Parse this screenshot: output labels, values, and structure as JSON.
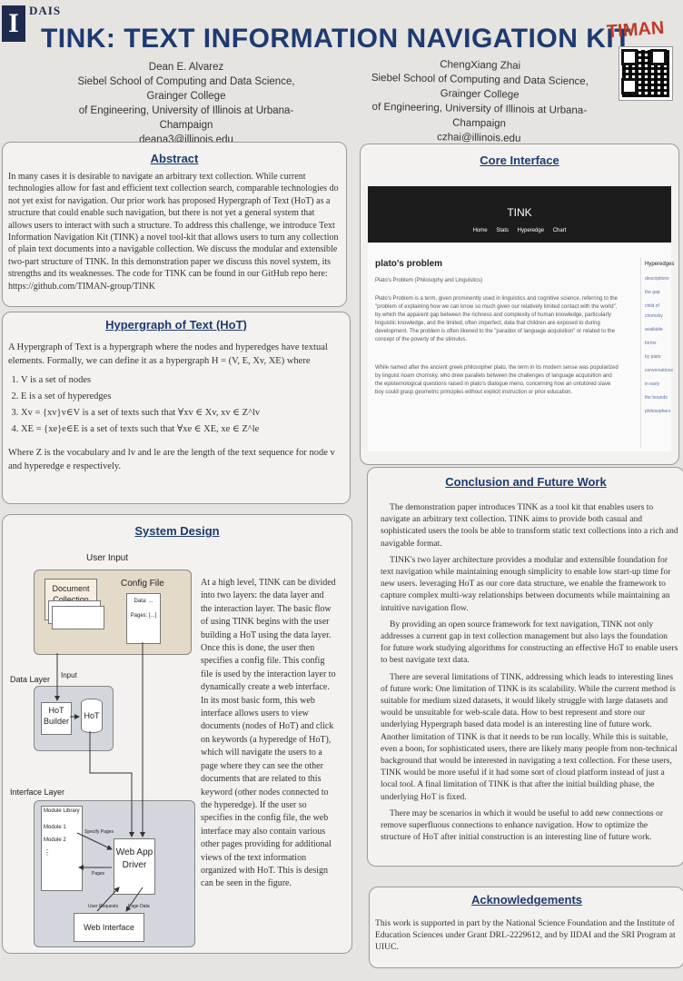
{
  "header": {
    "logo_letter": "I",
    "dais": "DAIS",
    "title": "TINK: TEXT INFORMATION NAVIGATION KIT",
    "lab": "TIMAN",
    "authors": [
      {
        "name": "Dean E. Alvarez",
        "affil1": "Siebel School of Computing and Data Science, Grainger College",
        "affil2": "of Engineering, University of Illinois at Urbana-Champaign",
        "email": "deana3@illinois.edu"
      },
      {
        "name": "ChengXiang Zhai",
        "affil1": "Siebel School of Computing and Data Science, Grainger College",
        "affil2": "of Engineering, University of Illinois at Urbana-Champaign",
        "email": "czhai@illinois.edu"
      }
    ]
  },
  "abstract": {
    "heading": "Abstract",
    "text": "In many cases it is desirable to navigate an arbitrary text collection. While current technologies allow for fast and efficient text collection search, comparable technologies do not yet exist for navigation. Our prior work has proposed Hypergraph of Text (HoT) as a structure that could enable such navigation, but there is not yet a general system that allows users to interact with such a structure. To address this challenge, we introduce Text Information Navigation Kit (TINK) a novel tool-kit that allows users to turn any collection of plain text documents into a navigable collection. We discuss the modular and extensible two-part structure of TINK. In this demonstration paper we discuss this novel system, its strengths and its weaknesses. The code for TINK can be found in our GitHub repo here: https://github.com/TIMAN-group/TINK"
  },
  "hot": {
    "heading": "Hypergraph of Text (HoT)",
    "intro": "A Hypergraph of Text is a hypergraph where the nodes and hyperedges have textual elements. Formally, we can define it as a hypergraph H = (V, E, Xv, XE) where",
    "items": [
      "V is a set of nodes",
      "E is a set of hyperedges",
      "Xv = {xv}v∈V is a set of texts such that ∀xv ∈ Xv, xv ∈ Z^lv",
      "XE = {xe}e∈E is a set of texts such that ∀xe ∈ XE, xe ∈ Z^le"
    ],
    "outro": "Where Z is the vocabulary and lv and le are the length of the text sequence for node v and hyperedge e respectively."
  },
  "system": {
    "heading": "System Design",
    "text": "At a high level, TINK can be divided into two layers: the data layer and the interaction layer. The basic flow of using TINK begins with the user building a HoT using the data layer. Once this is done, the user then specifies a config file. This config file is used by the interaction layer to dynamically create a web interface. In its most basic form, this web interface allows users to view documents (nodes of HoT) and click on keywords (a hyperedge of HoT), which will navigate the users to a page where they can see the other documents that are related to this keyword (other nodes connected to the hyperedge). If the user so specifies in the config file, the web interface may also contain various other pages providing for additional views of the text information organized with HoT. This is design can be seen in the figure.",
    "diagram": {
      "user_input": "User Input",
      "doc_collection": "Document Collection",
      "config_file": "Config File",
      "config_lines": [
        "Data: ...",
        "Pages: [...]"
      ],
      "data_layer": "Data Layer",
      "input": "Input",
      "hot_builder": "HoT Builder",
      "hot": "HoT",
      "interface_layer": "Interface Layer",
      "module_library": "Module Library",
      "module1": "Module 1",
      "module2": "Module 2",
      "specify_pages": "Specify Pages",
      "pages": "Pages",
      "web_app_driver": "Web App Driver",
      "user_requests": "User Requests",
      "page_data": "Page Data",
      "web_interface": "Web Interface"
    }
  },
  "core": {
    "heading": "Core Interface",
    "app_title": "TINK",
    "nav": [
      "Home",
      "Stats",
      "Hyperedge Chart"
    ],
    "doc_title": "plato's problem",
    "doc_meta": "Plato's Problem (Philosophy and Linguistics)",
    "para1": "Plato's Problem is a term, given prominently used in linguistics and cognitive science, referring to the \"problem of explaining how we can know so much given our relatively limited contact with the world\", by which the apparent gap between the richness and complexity of human knowledge, particularly linguistic knowledge, and the limited, often imperfect, data that children are exposed to during development. The problem is often likened to the \"paradox of language acquisition\" or related to the concept of the poverty of the stimulus.",
    "para2": "While named after the ancient greek philosopher plato, the term in its modern sense was popularized by linguist noam chomsky, who drew parallels between the challenges of language acquisition and the epistemological questions raised in plato's dialogue meno, concerning how an untutored slave boy could grasp geometric principles without explicit instruction or prior education.",
    "side_title": "Hyperedges",
    "side_items": [
      "descriptions",
      "the gap",
      "child of chomsky",
      "available",
      "forms",
      "by plato",
      "conversations",
      "in early",
      "the bounds",
      "philosophers"
    ]
  },
  "conclusion": {
    "heading": "Conclusion and Future Work",
    "paras": [
      "The demonstration paper introduces TINK as a tool kit that enables users to navigate an arbitrary text collection. TINK aims to provide both casual and sophisticated users the tools be able to transform static text collections into a rich and navigable format.",
      "TINK's two layer architecture provides a modular and extensible foundation for text navigation while maintaining enough simplicity to enable low start-up time for new users. leveraging HoT as our core data structure, we enable the framework to capture complex multi-way relationships between documents while maintaining an intuitive navigation flow.",
      "By providing an open source framework for text navigation, TINK not only addresses a current gap in text collection management but also lays the foundation for future work studying algorithms for constructing an effective HoT to enable users to best navigate text data.",
      "There are several limitations of TINK, addressing which leads to interesting lines of future work: One limitation of TINK is its scalability. While the current method is suitable for medium sized datasets, it would likely struggle with large datasets and would be unsuitable for web-scale data. How to best represent and store our underlying Hypergraph based data model is an interesting line of future work. Another limitation of TINK is that it needs to be run locally. While this is suitable, even a boon, for sophisticated users, there are likely many people from non-technical background that would be interested in navigating a text collection. For these users, TINK would be more useful if it had some sort of cloud platform instead of just a local tool. A final limitation of TINK is that after the initial building phase, the underlying HoT is fixed.",
      "There may be scenarios in which it would be useful to add new connections or remove superfluous connections to enhance navigation. How to optimize the structure of HoT after initial construction is an interesting line of future work."
    ]
  },
  "ack": {
    "heading": "Acknowledgements",
    "text": "This work is supported in part by the National Science Foundation and the Institute of Education Sciences under Grant DRL-2229612, and by IIDAI and the SRI Program at UIUC."
  }
}
